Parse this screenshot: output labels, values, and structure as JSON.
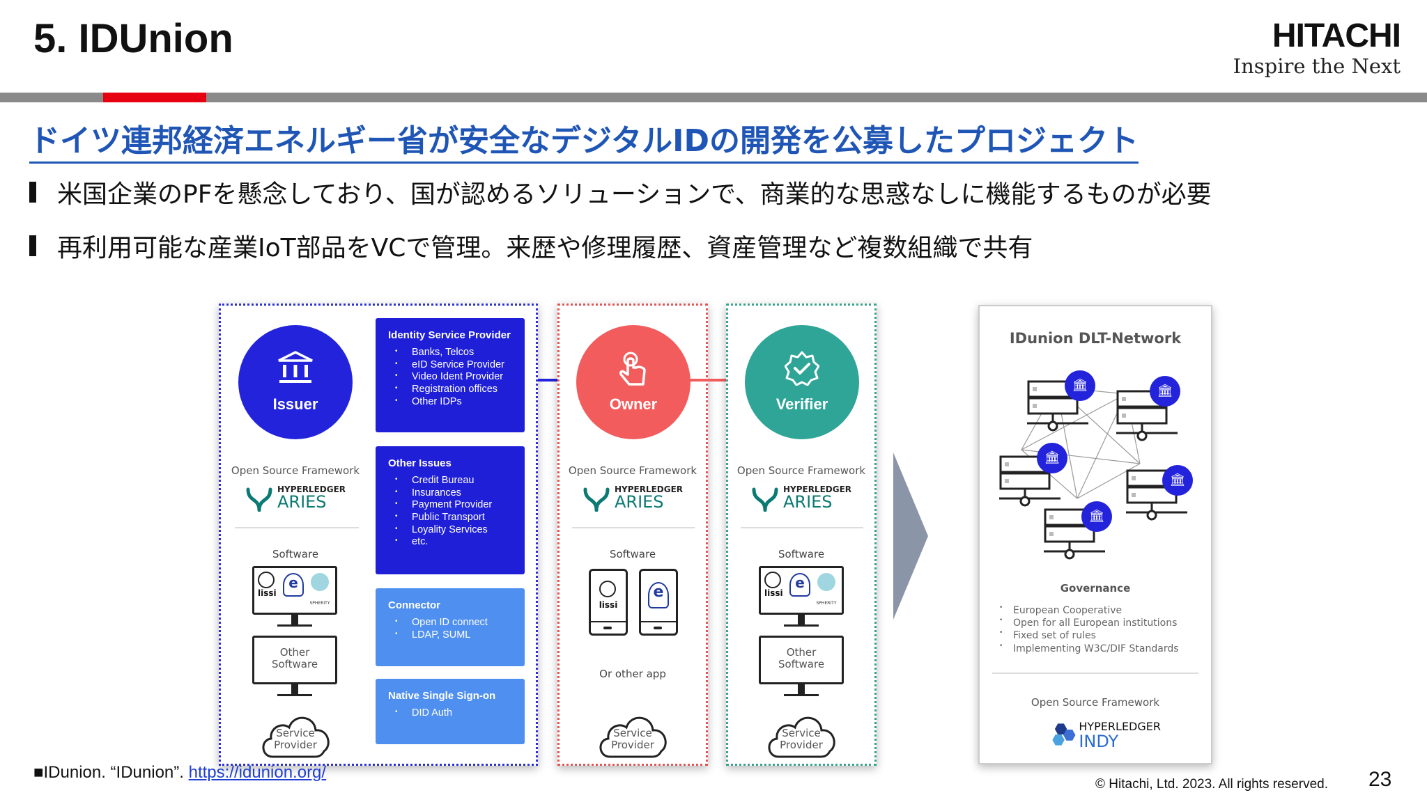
{
  "slide": {
    "title": "5. IDUnion"
  },
  "logo": {
    "brand": "HITACHI",
    "tagline": "Inspire the Next"
  },
  "subtitle": "ドイツ連邦経済エネルギー省が安全なデジタルIDの開発を公募したプロジェクト",
  "bullets": [
    "米国企業のPFを懸念しており、国が認めるソリューションで、商業的な思惑なしに機能するものが必要",
    "再利用可能な産業IoT部品をVCで管理。来歴や修理履歴、資産管理など複数組織で共有"
  ],
  "diagram": {
    "issuer": {
      "label": "Issuer",
      "framework": "Open Source Framework",
      "hyperledger": "HYPERLEDGER",
      "aries": "ARIES",
      "software": "Software",
      "lissi": "lissi",
      "spherity": "SPHERITY",
      "other_software": [
        "Other",
        "Software"
      ],
      "service_provider": [
        "Service",
        "Provider"
      ]
    },
    "boxes": [
      {
        "title": "Identity Service Provider",
        "items": [
          "Banks, Telcos",
          "eID Service Provider",
          "Video Ident Provider",
          "Registration offices",
          "Other IDPs"
        ]
      },
      {
        "title": "Other Issues",
        "items": [
          "Credit Bureau",
          "Insurances",
          "Payment Provider",
          "Public Transport",
          "Loyality Services",
          "etc."
        ]
      },
      {
        "title": "Connector",
        "items": [
          "Open ID connect",
          "LDAP, SUML"
        ]
      },
      {
        "title": "Native Single Sign-on",
        "items": [
          "DID Auth"
        ]
      }
    ],
    "owner": {
      "label": "Owner",
      "framework": "Open Source Framework",
      "hyperledger": "HYPERLEDGER",
      "aries": "ARIES",
      "software": "Software",
      "lissi": "lissi",
      "other_app": "Or other app",
      "service_provider": [
        "Service",
        "Provider"
      ]
    },
    "verifier": {
      "label": "Verifier",
      "framework": "Open Source Framework",
      "hyperledger": "HYPERLEDGER",
      "aries": "ARIES",
      "software": "Software",
      "lissi": "lissi",
      "spherity": "SPHERITY",
      "other_software": [
        "Other",
        "Software"
      ],
      "service_provider": [
        "Service",
        "Provider"
      ]
    },
    "network": {
      "title": "IDunion DLT-Network",
      "governance_title": "Governance",
      "governance": [
        "European Cooperative",
        "Open for all European institutions",
        "Fixed set of rules",
        "Implementing W3C/DIF Standards"
      ],
      "framework": "Open Source Framework",
      "hyperledger": "HYPERLEDGER",
      "indy": "INDY"
    },
    "colors": {
      "issuer": "#2323dc",
      "owner": "#f25c5c",
      "verifier": "#2fa597",
      "box_dark": "#1f1fd8",
      "box_light": "#4f8fef"
    }
  },
  "footnote": {
    "prefix": "■IDunion. “IDunion”. ",
    "link": "https://idunion.org/"
  },
  "copyright": "© Hitachi, Ltd. 2023. All rights reserved.",
  "page_number": "23"
}
